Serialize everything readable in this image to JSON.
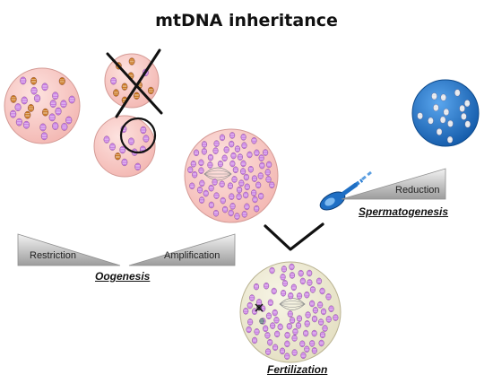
{
  "title": "mtDNA inheritance",
  "labels": {
    "restriction": "Restriction",
    "amplification": "Amplification",
    "reduction": "Reduction",
    "oogenesis": "Oogenesis",
    "spermatogenesis": "Spermatogenesis",
    "fertilization": "Fertilization"
  },
  "colors": {
    "oocyte_fill": "#f6c8c4",
    "zygote_fill": "#efebd2",
    "sperm_blue": "#1f6fc4",
    "mito_purple": "#c77ae0",
    "mito_orange": "#c8741c",
    "mito_white": "#dfe4ea",
    "wedge_gray": "#a8a8a8"
  },
  "icons": {
    "mitochondrion": "mitochondrion-icon",
    "spindle": "spindle-icon",
    "cross": "cross-out-icon",
    "selection": "selection-circle-icon",
    "sperm": "sperm-icon"
  }
}
